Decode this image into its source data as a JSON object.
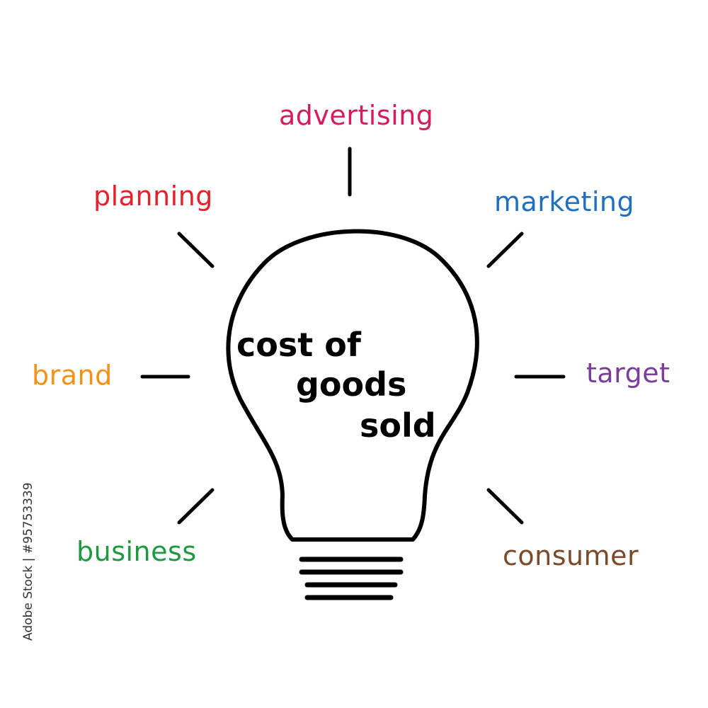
{
  "diagram": {
    "center_lines": [
      "cost of",
      "goods",
      "sold"
    ],
    "keywords": [
      {
        "id": "advertising",
        "label": "advertising",
        "color": "#d81b5a"
      },
      {
        "id": "planning",
        "label": "planning",
        "color": "#e8202a"
      },
      {
        "id": "marketing",
        "label": "marketing",
        "color": "#1f6fc0"
      },
      {
        "id": "brand",
        "label": "brand",
        "color": "#f39019"
      },
      {
        "id": "target",
        "label": "target",
        "color": "#7a3d9a"
      },
      {
        "id": "business",
        "label": "business",
        "color": "#1d9a3e"
      },
      {
        "id": "consumer",
        "label": "consumer",
        "color": "#7a4a2a"
      }
    ]
  },
  "watermark": {
    "stock_id": "Adobe Stock | #95753339"
  }
}
